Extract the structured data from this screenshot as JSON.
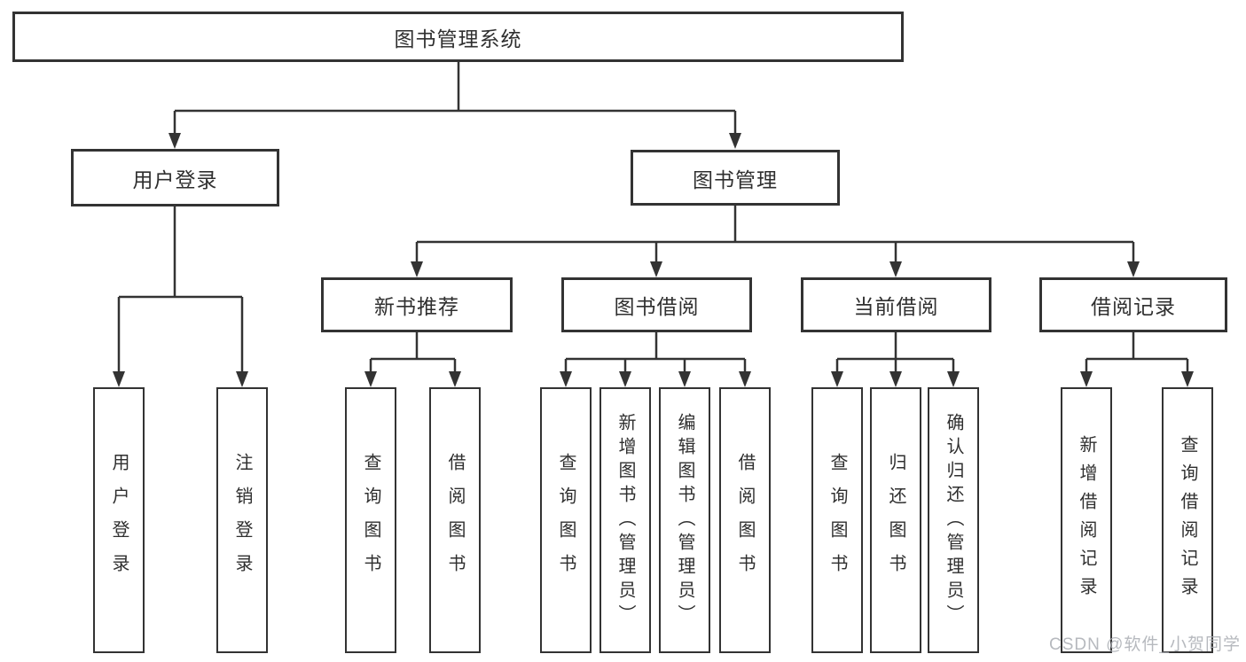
{
  "diagram": {
    "root": {
      "label": "图书管理系统"
    },
    "branches": [
      {
        "label": "用户登录",
        "leaves": [
          {
            "label": "用户登录"
          },
          {
            "label": "注销登录"
          }
        ]
      },
      {
        "label": "图书管理",
        "groups": [
          {
            "label": "新书推荐",
            "leaves": [
              {
                "label": "查询图书"
              },
              {
                "label": "借阅图书"
              }
            ]
          },
          {
            "label": "图书借阅",
            "leaves": [
              {
                "label": "查询图书"
              },
              {
                "label": "新增图书（管理员）"
              },
              {
                "label": "编辑图书（管理员）"
              },
              {
                "label": "借阅图书"
              }
            ]
          },
          {
            "label": "当前借阅",
            "leaves": [
              {
                "label": "查询图书"
              },
              {
                "label": "归还图书"
              },
              {
                "label": "确认归还（管理员）"
              }
            ]
          },
          {
            "label": "借阅记录",
            "leaves": [
              {
                "label": "新增借阅记录"
              },
              {
                "label": "查询借阅记录"
              }
            ]
          }
        ]
      }
    ]
  },
  "watermark": {
    "text": "CSDN @软件_小贺同学",
    "color": "#aaadb3"
  },
  "colors": {
    "line": "#333333",
    "box_border": "#333333",
    "text": "#2f2f2f",
    "background": "#ffffff"
  }
}
